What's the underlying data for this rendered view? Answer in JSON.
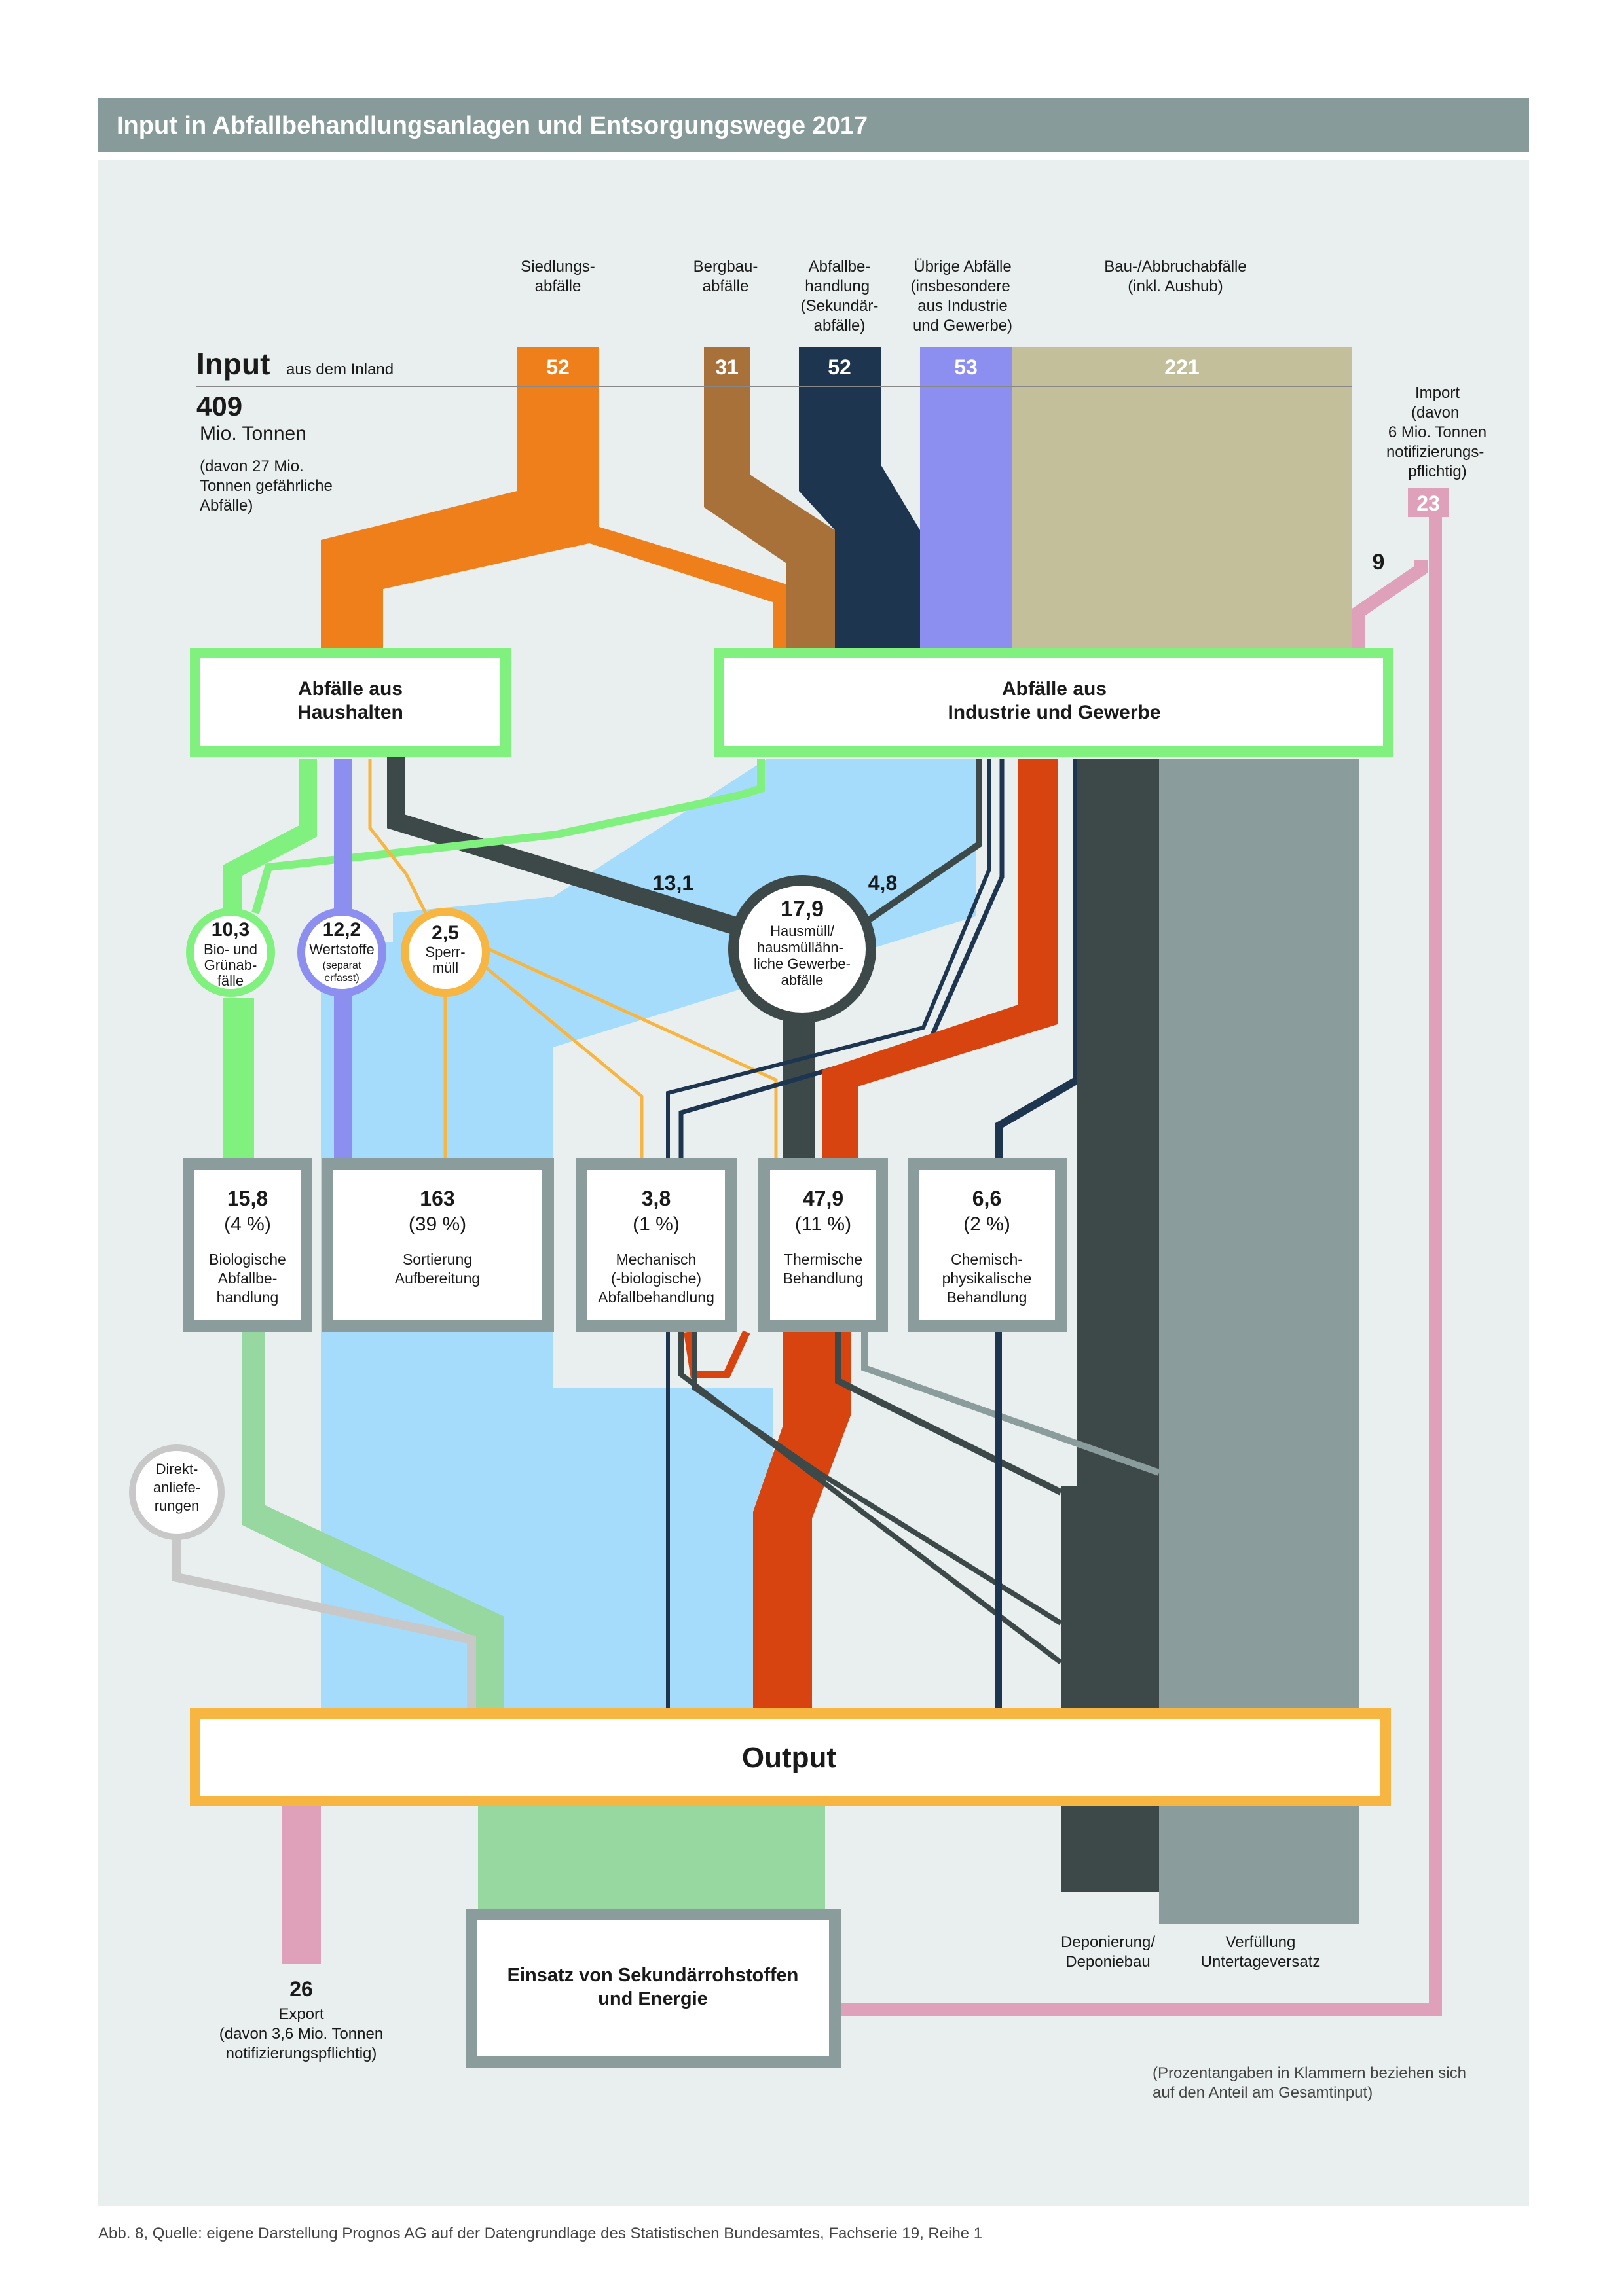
{
  "title": "Input in Abfallbehandlungsanlagen und Entsorgungswege 2017",
  "colors": {
    "siedlung": "#ef7f1a",
    "bergbau": "#a9713a",
    "sekundaer": "#1e3550",
    "uebrige": "#8c8ef0",
    "bau": "#c2bf9a",
    "import": "#dfa0ba",
    "hausmuell": "#3d4949",
    "green": "#80f07f",
    "lightblue": "#a6dcfb",
    "thermal": "#d7440f",
    "grey": "#8b9c9c",
    "output": "#f7b642",
    "bio_out": "#97d7a0",
    "background": "#e9efee"
  },
  "input": {
    "label": "Input",
    "sublabel": "aus dem Inland",
    "total": "409",
    "unit": "Mio. Tonnen",
    "note_lines": [
      "(davon 27 Mio.",
      "Tonnen gefährliche",
      "Abfälle)"
    ]
  },
  "sources": [
    {
      "label_lines": [
        "Siedlungs-",
        "abfälle"
      ],
      "value": "52"
    },
    {
      "label_lines": [
        "Bergbau-",
        "abfälle"
      ],
      "value": "31"
    },
    {
      "label_lines": [
        "Abfallbe-",
        "handlung",
        "(Sekundär-",
        "abfälle)"
      ],
      "value": "52"
    },
    {
      "label_lines": [
        "Übrige Abfälle",
        "(insbesondere",
        "aus Industrie",
        "und Gewerbe)"
      ],
      "value": "53"
    },
    {
      "label_lines": [
        "Bau-/Abbruchabfälle",
        "(inkl. Aushub)"
      ],
      "value": "221"
    }
  ],
  "import": {
    "label_lines": [
      "Import",
      "(davon",
      "6 Mio. Tonnen",
      "notifizierungs-",
      "pflichtig)"
    ],
    "value": "23",
    "split_value": "9"
  },
  "groups": {
    "haushalte": [
      "Abfälle aus",
      "Haushalten"
    ],
    "industrie": [
      "Abfälle aus",
      "Industrie und Gewerbe"
    ]
  },
  "flow_labels": {
    "hausmuell_from_haushalte": "13,1",
    "hausmuell_from_industrie": "4,8"
  },
  "circles": [
    {
      "value": "10,3",
      "label_lines": [
        "Bio- und",
        "Grünab-",
        "fälle"
      ]
    },
    {
      "value": "12,2",
      "label_lines": [
        "Wertstoffe"
      ],
      "small_lines": [
        "(separat",
        "erfasst)"
      ]
    },
    {
      "value": "2,5",
      "label_lines": [
        "Sperr-",
        "müll"
      ]
    },
    {
      "value": "17,9",
      "label_lines": [
        "Hausmüll/",
        "hausmüllähn-",
        "liche Gewerbe-",
        "abfälle"
      ]
    }
  ],
  "treatments": [
    {
      "value": "15,8",
      "pct": "(4 %)",
      "label_lines": [
        "Biologische",
        "Abfallbe-",
        "handlung"
      ]
    },
    {
      "value": "163",
      "pct": "(39 %)",
      "label_lines": [
        "Sortierung",
        "Aufbereitung"
      ]
    },
    {
      "value": "3,8",
      "pct": "(1 %)",
      "label_lines": [
        "Mechanisch",
        "(-biologische)",
        "Abfallbehandlung"
      ]
    },
    {
      "value": "47,9",
      "pct": "(11 %)",
      "label_lines": [
        "Thermische",
        "Behandlung"
      ]
    },
    {
      "value": "6,6",
      "pct": "(2 %)",
      "label_lines": [
        "Chemisch-",
        "physikalische",
        "Behandlung"
      ]
    }
  ],
  "direkt": [
    "Direkt-",
    "anliefe-",
    "rungen"
  ],
  "output": "Output",
  "secondary": [
    "Einsatz von Sekundärrohstoffen",
    "und Energie"
  ],
  "export": {
    "value": "26",
    "label_lines": [
      "Export",
      "(davon 3,6  Mio. Tonnen",
      "notifizierungspflichtig)"
    ]
  },
  "deponie": [
    "Deponierung/",
    "Deponiebau"
  ],
  "verfuellung": [
    "Verfüllung",
    "Untertageversatz"
  ],
  "footnote": [
    "(Prozentangaben in Klammern beziehen sich",
    "auf den Anteil am Gesamtinput)"
  ],
  "source": "Abb. 8, Quelle: eigene Darstellung Prognos AG auf der Datengrundlage des Statistischen Bundesamtes, Fachserie 19, Reihe 1"
}
